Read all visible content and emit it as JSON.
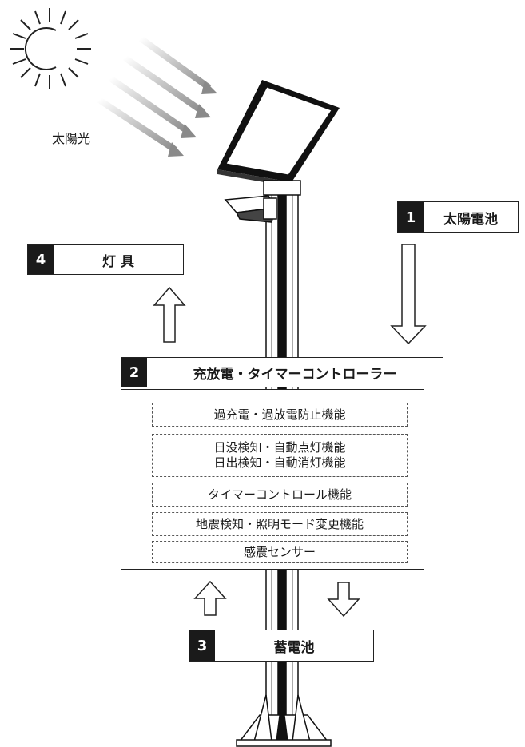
{
  "sunlight_label": "太陽光",
  "components": {
    "solar_battery": {
      "num": "1",
      "label": "太陽電池"
    },
    "controller": {
      "num": "2",
      "label": "充放電・タイマーコントローラー"
    },
    "storage_battery": {
      "num": "3",
      "label": "蓄電池"
    },
    "lamp": {
      "num": "4",
      "label": "灯 具"
    }
  },
  "functions": [
    {
      "lines": [
        "過充電・過放電防止機能"
      ]
    },
    {
      "lines": [
        "日没検知・自動点灯機能",
        "日出検知・自動消灯機能"
      ]
    },
    {
      "lines": [
        "タイマーコントロール機能"
      ]
    },
    {
      "lines": [
        "地震検知・照明モード変更機能"
      ]
    },
    {
      "lines": [
        "感震センサー"
      ]
    }
  ],
  "colors": {
    "ink": "#1a1a1a",
    "ray": "#8a8a8a",
    "background": "#ffffff"
  }
}
